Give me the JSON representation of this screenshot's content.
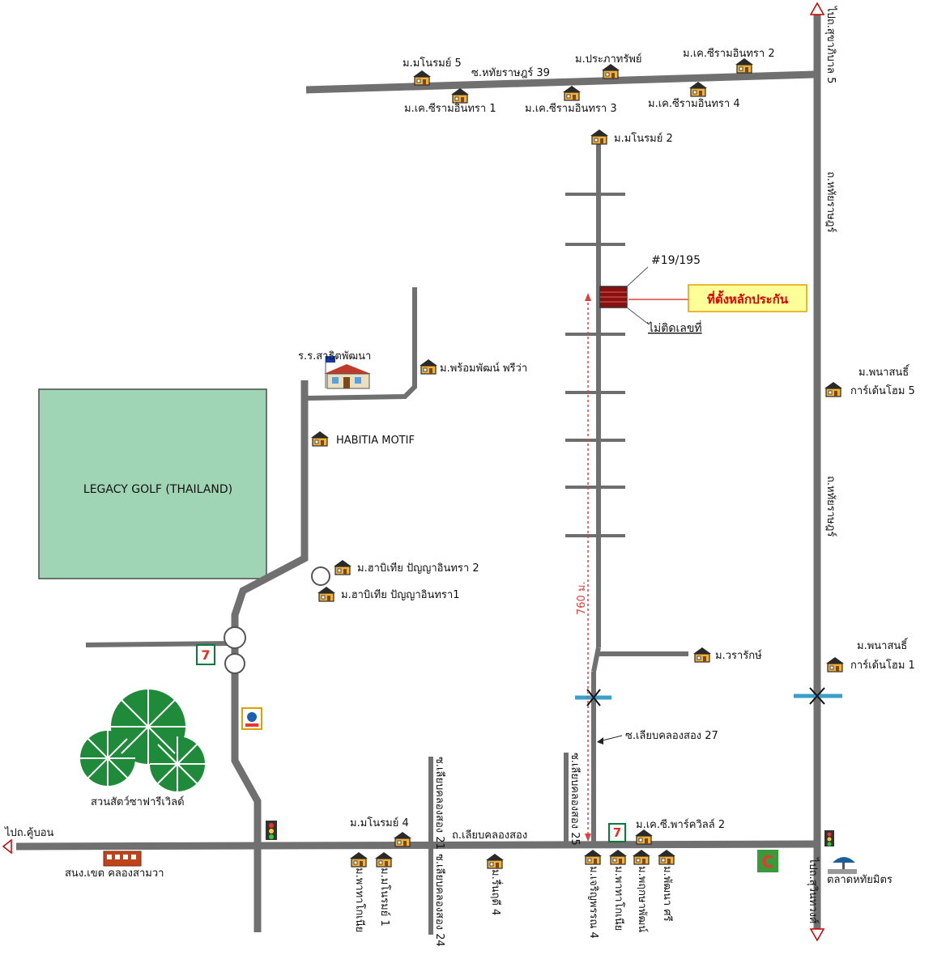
{
  "golf": "LEGACY GOLF (THAILAND)",
  "parcel": {
    "number": "#19/195",
    "callout": "ที่ตั้งหลักประกัน",
    "unnumbered": "ไม่ติดเลขที่",
    "distance": "760 ม."
  },
  "roads": {
    "main_east_top": "ถ.หทัยราษฎร์",
    "main_east_bottom": "ถ.หทัยราษฎร์",
    "south_road": "ถ.เลียบคลองสอง",
    "soi_hathai_39": "ซ.หทัยราษฎร์ 39",
    "soi_27": "ซ.เลียบคลองสอง 27",
    "soi_21": "ซ.เลียบคลองสอง 21",
    "soi_24": "ซ.เลียบคลองสอง 24",
    "soi_25": "ซ.เลียบคลองสอง 25",
    "to_kubon": "ไปถ.คู้บอน",
    "to_sukhaphiban": "ไปถ.สุขาภิบาล 5",
    "to_suwinthawong": "ไปถ.สุวินทวงศ์"
  },
  "places": {
    "manorom5": "ม.มโนรมย์ 5",
    "prapat": "ม.ประภาทรัพย์",
    "kc2": "ม.เค.ซีรามอินทรา 2",
    "kc1": "ม.เค.ซีรามอินทรา 1",
    "kc3": "ม.เค.ซีรามอินทรา 3",
    "kc4": "ม.เค.ซีรามอินทรา 4",
    "manorom2": "ม.มโนรมย์ 2",
    "school": "ร.ร.สาธิตพัฒนา",
    "prompat": "ม.พร้อมพัฒน์ พรีว่า",
    "habitia": "HABITIA MOTIF",
    "habitia2": "ม.ฮาบิเทีย ปัญญาอินทรา 2",
    "habitia1": "ม.ฮาบิเทีย ปัญญาอินทรา1",
    "panasin5_a": "ม.พนาสนธิ์",
    "panasin5_b": "การ์เด้นโฮม 5",
    "panasin1_a": "ม.พนาสนธิ์",
    "panasin1_b": "การ์เด้นโฮม 1",
    "wararak": "ม.วรารักษ์",
    "zoo": "สวนสัตว์ซาฟารีเวิลด์",
    "manorom4": "ม.มโนรมย์ 4",
    "district": "สนง.เขต คลองสามวา",
    "kc_park2": "ม.เค.ซี.พาร์ควิลล์ 2",
    "market": "ตลาดหทัยมิตร",
    "v_pattana": "ม.พาทาโกเนีย",
    "v_manorom1": "ม.มโนรมย์ 1",
    "v_ruenrudee": "ม.รื่นฤดี 4",
    "v_charoen": "ม.เจริญพรรณ 4",
    "v_patago2": "ม.พาทาโกเนีย",
    "v_pruksa": "ม.พฤกษาพัฒน์",
    "v_pattanasri": "ม.พัฒนา ศรี"
  },
  "colors": {
    "road": "#707070",
    "golf_fill": "#9fd4b4",
    "callout_fill": "#ffff99",
    "callout_text": "#e00000",
    "distance": "#e04040",
    "house": "#f2b23a",
    "zoo_green": "#1f8a3a"
  }
}
